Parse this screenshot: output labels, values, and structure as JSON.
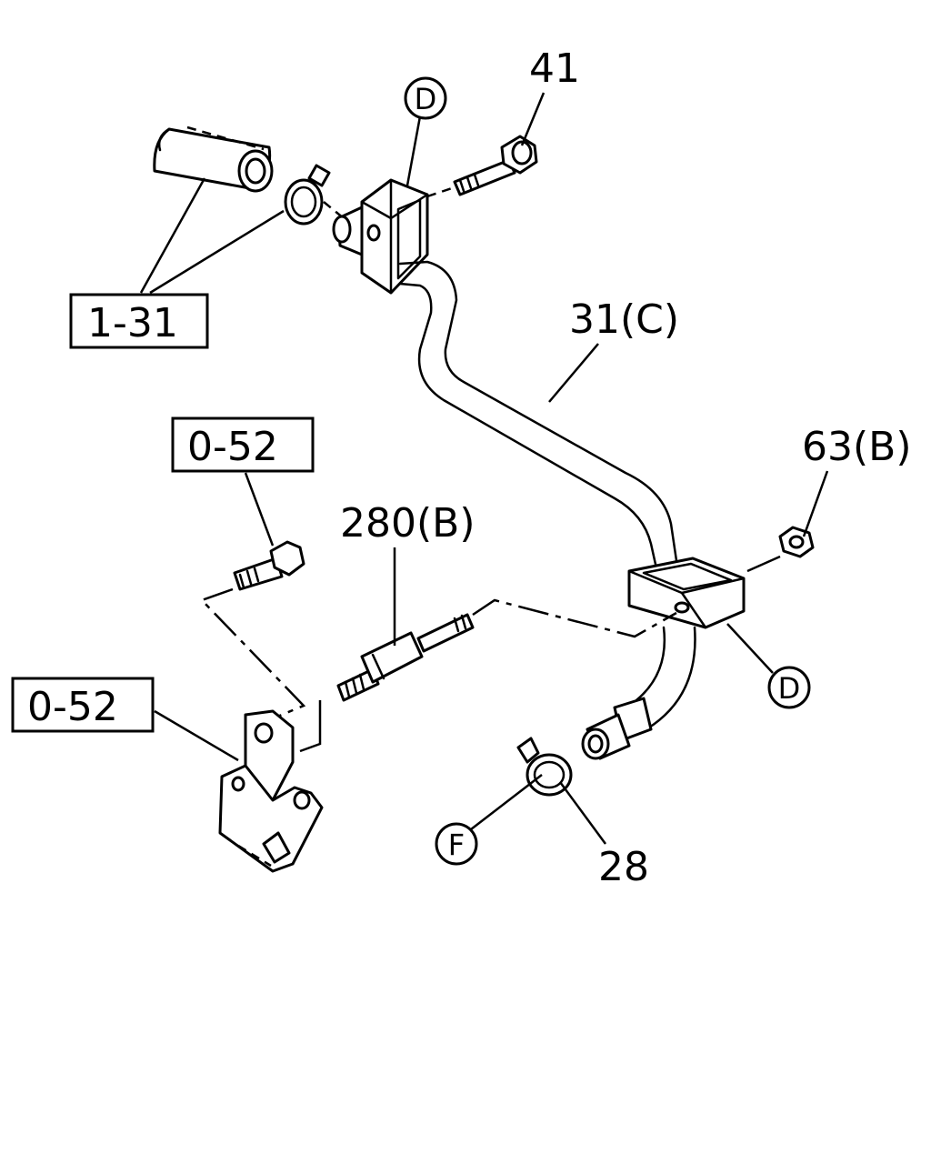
{
  "labels": {
    "p41": "41",
    "p31c": "31(C)",
    "p63b": "63(B)",
    "p280b": "280(B)",
    "p28": "28",
    "ref_1_31": "1-31",
    "ref_0_52_top": "0-52",
    "ref_0_52_bottom": "0-52",
    "circle_d_top": "D",
    "circle_d_right": "D",
    "circle_f": "F"
  },
  "colors": {
    "line": "#000000",
    "background": "#ffffff"
  }
}
